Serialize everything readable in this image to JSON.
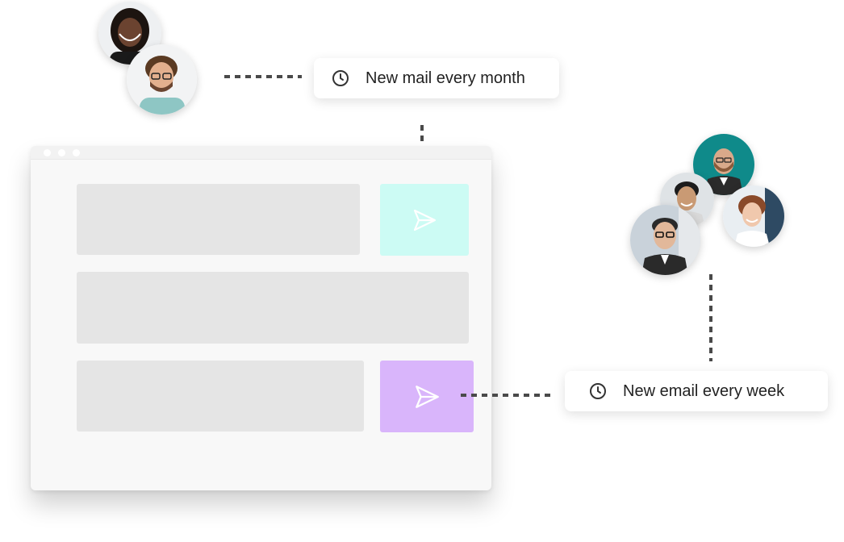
{
  "schedules": {
    "monthly": {
      "label": "New mail every month",
      "icon": "clock-icon"
    },
    "weekly": {
      "label": "New email every week",
      "icon": "clock-icon"
    }
  },
  "window": {
    "dots": 3,
    "send_buttons": [
      {
        "icon": "send-icon",
        "color": "#ccfbf4"
      },
      {
        "icon": "send-icon",
        "color": "#d9b5fb"
      }
    ]
  },
  "colors": {
    "connector": "#4a4a4a",
    "placeholder": "#e5e5e5",
    "teal_accent": "#0f8a8a"
  },
  "avatars": {
    "monthly_group": [
      "avatar",
      "avatar"
    ],
    "weekly_group": [
      "avatar",
      "avatar",
      "avatar",
      "avatar"
    ]
  }
}
